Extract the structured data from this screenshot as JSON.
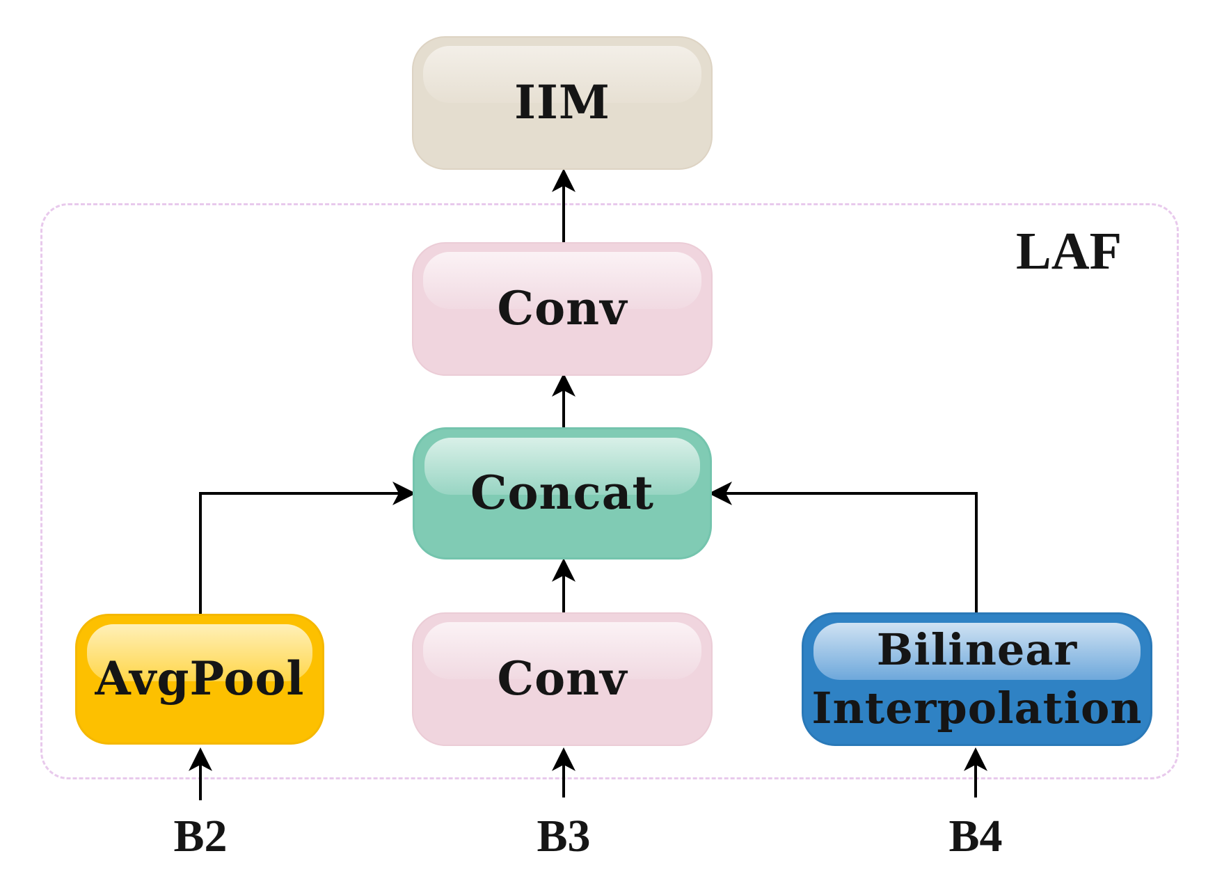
{
  "group": {
    "label": "LAF"
  },
  "nodes": {
    "iim": "IIM",
    "conv_top": "Conv",
    "concat": "Concat",
    "conv_bottom": "Conv",
    "avgpool": "AvgPool",
    "bilinear_line1": "Bilinear",
    "bilinear_line2": "Interpolation"
  },
  "inputs": {
    "b2": "B2",
    "b3": "B3",
    "b4": "B4"
  },
  "colors": {
    "iim": "#e4ddcf",
    "conv": "#f0d5de",
    "concat": "#80cbb4",
    "avgpool": "#fdc000",
    "bilinear": "#2f82c4",
    "group_border": "#e8c9ec",
    "arrow": "#000000"
  },
  "edges": [
    {
      "from": "B2",
      "to": "AvgPool"
    },
    {
      "from": "B3",
      "to": "Conv"
    },
    {
      "from": "B4",
      "to": "Bilinear Interpolation"
    },
    {
      "from": "AvgPool",
      "to": "Concat"
    },
    {
      "from": "Conv",
      "to": "Concat"
    },
    {
      "from": "Bilinear Interpolation",
      "to": "Concat"
    },
    {
      "from": "Concat",
      "to": "Conv"
    },
    {
      "from": "Conv",
      "to": "IIM"
    }
  ]
}
